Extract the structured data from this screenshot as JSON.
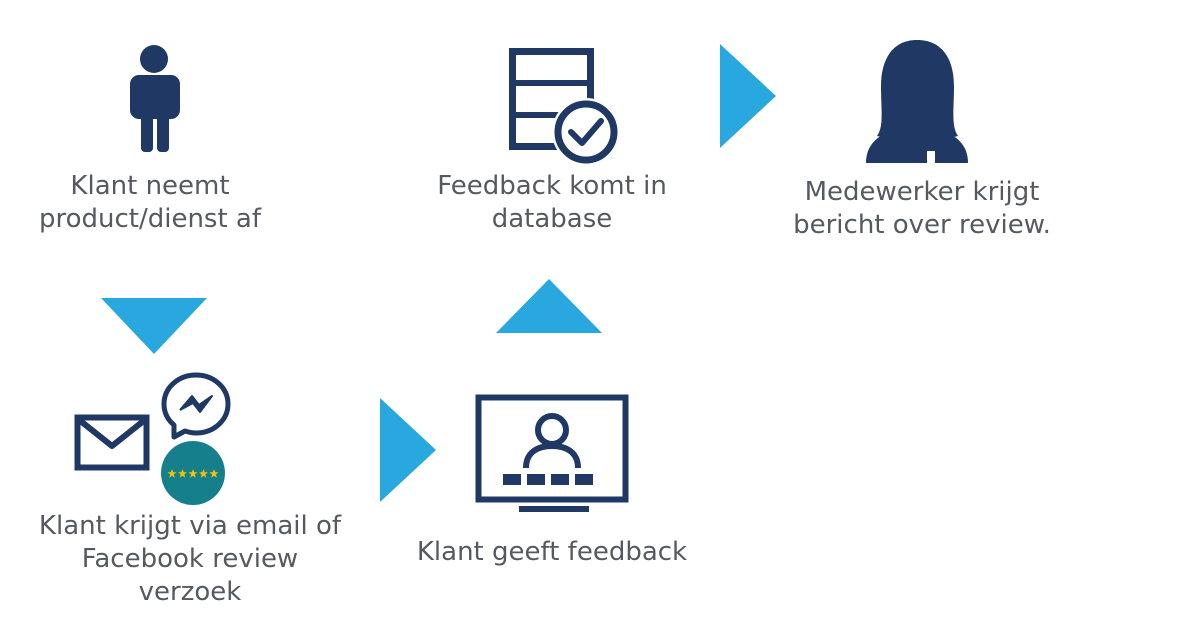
{
  "steps": {
    "customer": {
      "icon": "person-icon",
      "lines": [
        "Klant neemt",
        "product/dienst af"
      ]
    },
    "database": {
      "icon": "database-check-icon",
      "lines": [
        "Feedback komt in",
        "database"
      ]
    },
    "employee": {
      "icon": "woman-icon",
      "lines": [
        "Medewerker krijgt",
        "bericht over review."
      ]
    },
    "request": {
      "icons": [
        "envelope-icon",
        "messenger-icon",
        "five-star-rating-icon"
      ],
      "lines": [
        "Klant krijgt via email of",
        "Facebook review",
        "verzoek"
      ]
    },
    "feedback": {
      "icon": "monitor-user-icon",
      "lines": [
        "Klant geeft feedback"
      ]
    }
  },
  "arrows": [
    "arrow-down",
    "arrow-right",
    "arrow-up",
    "arrow-right"
  ],
  "colors": {
    "icon_navy": "#1f3864",
    "arrow_blue": "#29a8e0",
    "teal": "#167f8c",
    "star_yellow": "#f5c400",
    "text_gray": "#555a60"
  }
}
